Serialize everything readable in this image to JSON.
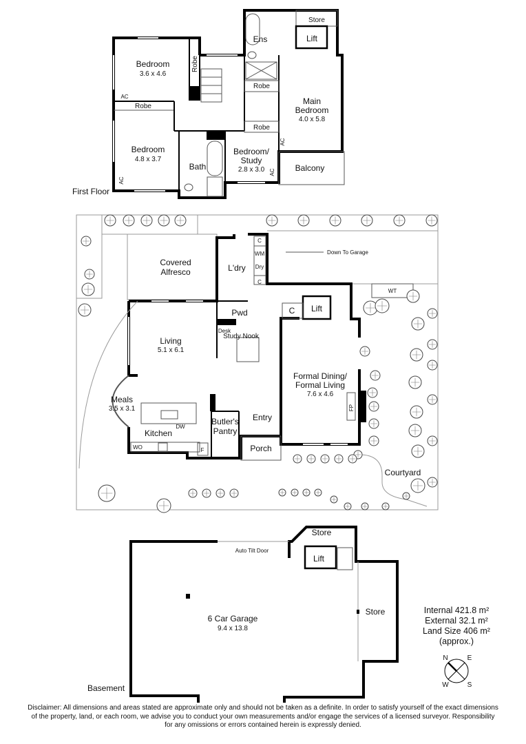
{
  "floors": {
    "first_floor": {
      "label": "First Floor",
      "rooms": {
        "bedroom1": {
          "name": "Bedroom",
          "dims": "3.6 x 4.6"
        },
        "bedroom2": {
          "name": "Bedroom",
          "dims": "4.8 x 3.7"
        },
        "robe_vertical": "Robe",
        "robe_left": "Robe",
        "robe_upper": "Robe",
        "robe_lower": "Robe",
        "ensuite": "Ens",
        "store": "Store",
        "lift": "Lift",
        "main_bedroom": {
          "name1": "Main",
          "name2": "Bedroom",
          "dims": "4.0 x 5.8"
        },
        "bedroom_study": {
          "name1": "Bedroom/",
          "name2": "Study",
          "dims": "2.8 x 3.0"
        },
        "bath": "Bath",
        "balcony": "Balcony",
        "ac": "AC"
      }
    },
    "ground_floor": {
      "rooms": {
        "covered_alfresco": {
          "name1": "Covered",
          "name2": "Alfresco"
        },
        "laundry": "L'dry",
        "c": "C",
        "wm": "WM",
        "dry": "Dry",
        "down_to_garage": "Down To Garage",
        "wt": "WT",
        "pwd": "Pwd",
        "lift": "Lift",
        "desk": "Desk",
        "study_nook": "Study Nook",
        "living": {
          "name": "Living",
          "dims": "5.1 x 6.1"
        },
        "formal": {
          "name1": "Formal Dining/",
          "name2": "Formal Living",
          "dims": "7.6 x 4.6"
        },
        "fp": "FP",
        "meals": {
          "name": "Meals",
          "dims": "3.5 x 3.1"
        },
        "dw": "DW",
        "kitchen": "Kitchen",
        "butlers_pantry": {
          "name1": "Butler's",
          "name2": "Pantry"
        },
        "entry": "Entry",
        "porch": "Porch",
        "wo": "WO",
        "f": "F",
        "courtyard": "Courtyard"
      }
    },
    "basement": {
      "label": "Basement",
      "rooms": {
        "store_top": "Store",
        "lift": "Lift",
        "auto_tilt_door": "Auto Tilt Door",
        "garage": {
          "name": "6 Car Garage",
          "dims": "9.4 x 13.8"
        },
        "store_side": "Store"
      }
    }
  },
  "areas": {
    "internal": "Internal 421.8 m²",
    "external": "External 32.1 m²",
    "land": "Land Size 406 m²",
    "approx": "(approx.)"
  },
  "compass": {
    "n": "N",
    "e": "E",
    "s": "S",
    "w": "W"
  },
  "disclaimer": {
    "line1": "Disclaimer: All dimensions and areas stated are approximate only and should not be taken as a definite. In order to satisfy yourself of the exact dimensions",
    "line2": "of the property, land, or each room, we advise you to conduct your own measurements and/or engage the services of a licensed surveyor. Responsibility",
    "line3": "for any omissions or errors contained herein is expressly denied."
  }
}
